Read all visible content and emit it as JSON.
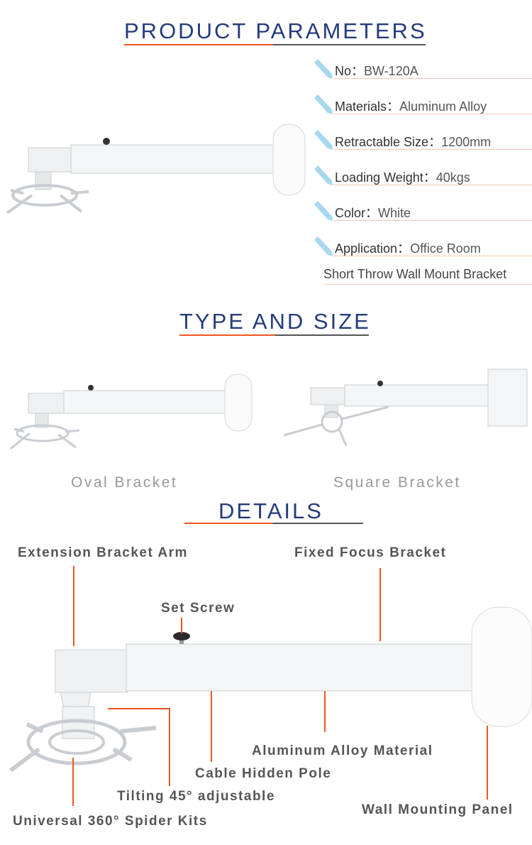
{
  "sections": {
    "params_title": "PRODUCT PARAMETERS",
    "type_title": "TYPE AND SIZE",
    "details_title": "DETAILS"
  },
  "params": [
    {
      "label": "No：",
      "value": "BW-120A"
    },
    {
      "label": "Materials：",
      "value": "Aluminum Alloy"
    },
    {
      "label": "Retractable Size：",
      "value": "1200mm"
    },
    {
      "label": "Loading Weight：",
      "value": "40kgs"
    },
    {
      "label": "Color：",
      "value": "White"
    },
    {
      "label": "Application：",
      "value": "Office Room"
    }
  ],
  "product_name": "Short Throw Wall Mount Bracket",
  "types": [
    "Oval Bracket",
    "Square Bracket"
  ],
  "details": {
    "extension_arm": "Extension Bracket Arm",
    "fixed_focus": "Fixed Focus Bracket",
    "set_screw": "Set Screw",
    "aluminum": "Aluminum Alloy Material",
    "cable": "Cable Hidden Pole",
    "tilting": "Tilting 45° adjustable",
    "spider": "Universal 360° Spider Kits",
    "wall_panel": "Wall Mounting Panel"
  },
  "colors": {
    "title": "#243b7c",
    "accent": "#f0561e",
    "pen": "#a8d8f0"
  }
}
